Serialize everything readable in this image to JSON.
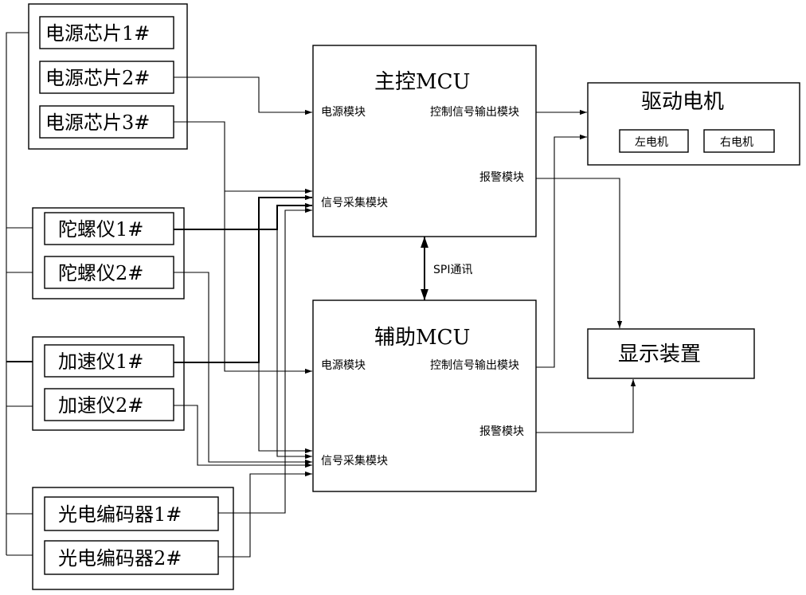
{
  "power_chips": [
    "电源芯片1#",
    "电源芯片2#",
    "电源芯片3#"
  ],
  "gyros": [
    "陀螺仪1#",
    "陀螺仪2#"
  ],
  "accels": [
    "加速仪1#",
    "加速仪2#"
  ],
  "encoders": [
    "光电编码器1#",
    "光电编码器2#"
  ],
  "main_mcu": {
    "title": "主控MCU",
    "power_module": "电源模块",
    "control_output": "控制信号输出模块",
    "alarm": "报警模块",
    "signal_acq": "信号采集模块"
  },
  "aux_mcu": {
    "title": "辅助MCU",
    "power_module": "电源模块",
    "control_output": "控制信号输出模块",
    "alarm": "报警模块",
    "signal_acq": "信号采集模块"
  },
  "spi_label": "SPI通讯",
  "motor": {
    "title": "驱动电机",
    "left": "左电机",
    "right": "右电机"
  },
  "display": "显示装置"
}
